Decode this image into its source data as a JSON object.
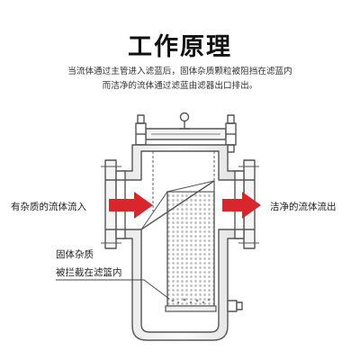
{
  "title": "工作原理",
  "description": {
    "line1": "当流体通过主管进入滤蓝后，固体杂质颗粒被阻挡在滤蓝内",
    "line2": "而洁净的流体通过滤蓝由滤器出口排出。"
  },
  "labels": {
    "inlet": "有杂质的流体流入",
    "outlet": "洁净的流体流出",
    "solids_line1": "固体杂质",
    "solids_line2": "被拦截在滤篮内"
  },
  "colors": {
    "arrow": "#d8262c",
    "outline": "#555555",
    "basket_mesh": "#c9c9c9"
  }
}
